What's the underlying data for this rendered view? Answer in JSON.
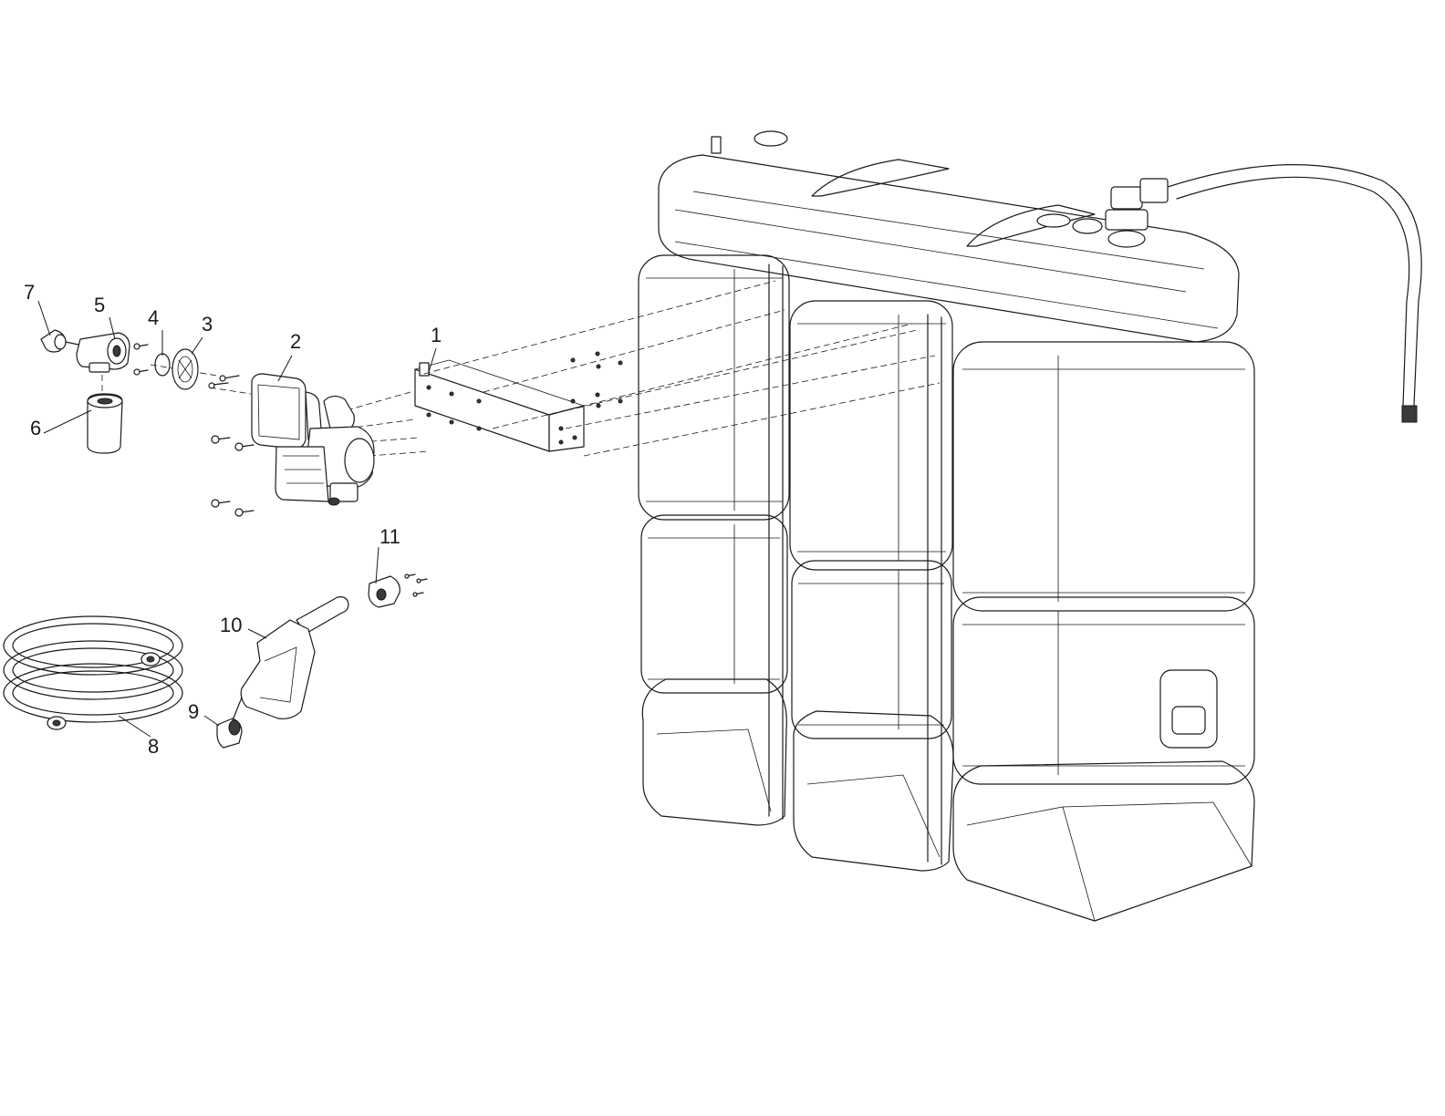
{
  "callouts": [
    {
      "id": "1",
      "label": "1",
      "part": "mounting-bracket"
    },
    {
      "id": "2",
      "label": "2",
      "part": "pump-with-meter"
    },
    {
      "id": "3",
      "label": "3",
      "part": "filter-head-adapter"
    },
    {
      "id": "4",
      "label": "4",
      "part": "o-ring"
    },
    {
      "id": "5",
      "label": "5",
      "part": "filter-head"
    },
    {
      "id": "6",
      "label": "6",
      "part": "filter-cartridge"
    },
    {
      "id": "7",
      "label": "7",
      "part": "elbow-fitting"
    },
    {
      "id": "8",
      "label": "8",
      "part": "delivery-hose"
    },
    {
      "id": "9",
      "label": "9",
      "part": "swivel-fitting"
    },
    {
      "id": "10",
      "label": "10",
      "part": "dispensing-nozzle"
    },
    {
      "id": "11",
      "label": "11",
      "part": "nozzle-holder"
    }
  ],
  "colors": {
    "line": "#1a1a1a",
    "background": "#ffffff"
  }
}
